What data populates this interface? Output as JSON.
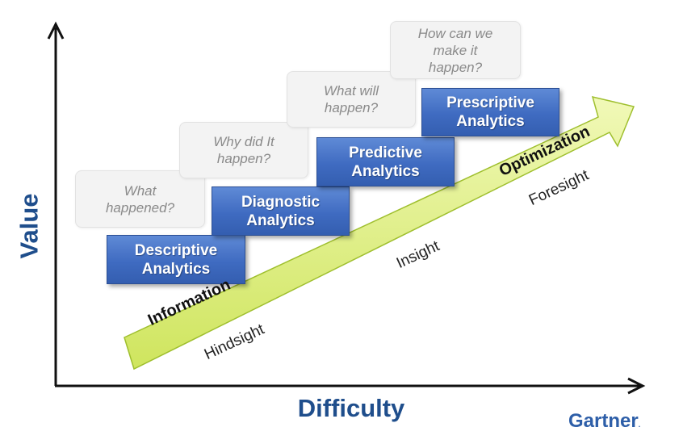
{
  "axes": {
    "y_label": "Value",
    "x_label": "Difficulty"
  },
  "stages": [
    {
      "label_line1": "Descriptive",
      "label_line2": "Analytics",
      "question_line1": "What",
      "question_line2": "happened?",
      "question_line3": ""
    },
    {
      "label_line1": "Diagnostic",
      "label_line2": "Analytics",
      "question_line1": "Why did It",
      "question_line2": "happen?",
      "question_line3": ""
    },
    {
      "label_line1": "Predictive",
      "label_line2": "Analytics",
      "question_line1": "What will",
      "question_line2": "happen?",
      "question_line3": ""
    },
    {
      "label_line1": "Prescriptive",
      "label_line2": "Analytics",
      "question_line1": "How can we",
      "question_line2": "make it",
      "question_line3": "happen?"
    }
  ],
  "arrow": {
    "start_label": "Information",
    "end_label": "Optimization"
  },
  "sights": {
    "hindsight": "Hindsight",
    "insight": "Insight",
    "foresight": "Foresight"
  },
  "brand": "Gartner",
  "colors": {
    "stage_blue": "#3f6bc1",
    "arrow_green": "#e2f28a",
    "axis_label_blue": "#1f4e8c",
    "bubble_gray": "#f3f3f3"
  }
}
